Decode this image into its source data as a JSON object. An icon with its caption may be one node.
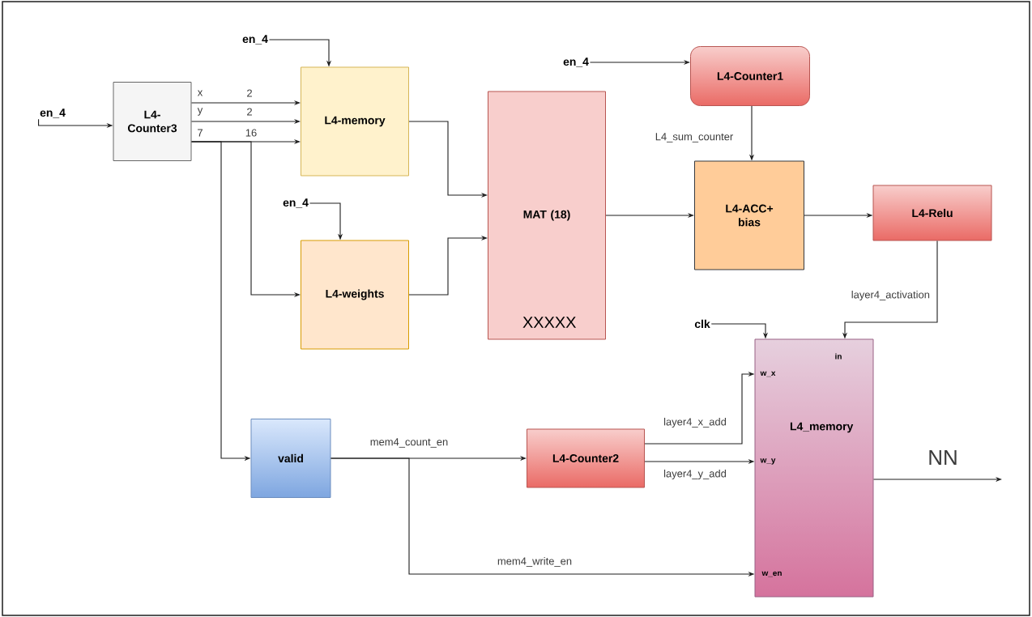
{
  "diagram": {
    "nodes": [
      {
        "text": [
          "L4- Counter3"
        ]
      },
      {
        "text": [
          "L4-memory"
        ]
      },
      {
        "text": [
          "L4-weights"
        ]
      },
      {
        "text": [
          "MAT (18)",
          "XXXXX"
        ]
      },
      {
        "text": [
          "L4-Counter1"
        ]
      },
      {
        "text": [
          "L4-ACC+ bias"
        ]
      },
      {
        "text": [
          "L4-Relu"
        ]
      },
      {
        "text": [
          "valid"
        ]
      },
      {
        "text": [
          "L4-Counter2"
        ]
      },
      {
        "text": [
          "in",
          "w_x",
          "L4_memory",
          "w_y",
          "w_en"
        ]
      },
      {
        "text": [
          "en_4"
        ]
      },
      {
        "text": [
          "en_4"
        ]
      },
      {
        "text": [
          "en_4"
        ]
      },
      {
        "text": [
          "en_4"
        ]
      },
      {
        "text": [
          "clk"
        ]
      }
    ],
    "edges": [
      {
        "from": 10,
        "to": 0,
        "arrow": "to"
      },
      {
        "from": 11,
        "to": 1,
        "arrow": "to"
      },
      {
        "from": 0,
        "to": 1,
        "arrow": "to",
        "label": "2"
      },
      {
        "from": 0,
        "to": 1,
        "arrow": "to",
        "label": "2"
      },
      {
        "from": 0,
        "to": 1,
        "arrow": "to",
        "label": "16"
      },
      {
        "from": 0,
        "to": 2,
        "arrow": "to"
      },
      {
        "from": 0,
        "to": 7,
        "arrow": "to"
      },
      {
        "from": 12,
        "to": 2,
        "arrow": "to"
      },
      {
        "from": 1,
        "to": 3,
        "arrow": "to"
      },
      {
        "from": 2,
        "to": 3,
        "arrow": "to"
      },
      {
        "from": 13,
        "to": 4,
        "arrow": "to"
      },
      {
        "from": 4,
        "to": 5,
        "arrow": "to",
        "label": "L4_sum_counter"
      },
      {
        "from": 3,
        "to": 5,
        "arrow": "to"
      },
      {
        "from": 5,
        "to": 6,
        "arrow": "to"
      },
      {
        "from": 6,
        "to": 9,
        "arrow": "to",
        "label": "layer4_activation"
      },
      {
        "from": 14,
        "to": 9,
        "arrow": "to"
      },
      {
        "from": 7,
        "to": 8,
        "arrow": "to",
        "label": "mem4_count_en"
      },
      {
        "from": 7,
        "to": 9,
        "arrow": "to",
        "label": "mem4_write_en"
      },
      {
        "from": 8,
        "to": 9,
        "arrow": "to",
        "label": "layer4_x_add"
      },
      {
        "from": 8,
        "to": 9,
        "arrow": "to",
        "label": "layer4_y_add"
      },
      {
        "from": 9,
        "to": null,
        "arrow": "to",
        "label": "NN"
      }
    ],
    "labels": [
      "x",
      "y",
      "7"
    ]
  }
}
